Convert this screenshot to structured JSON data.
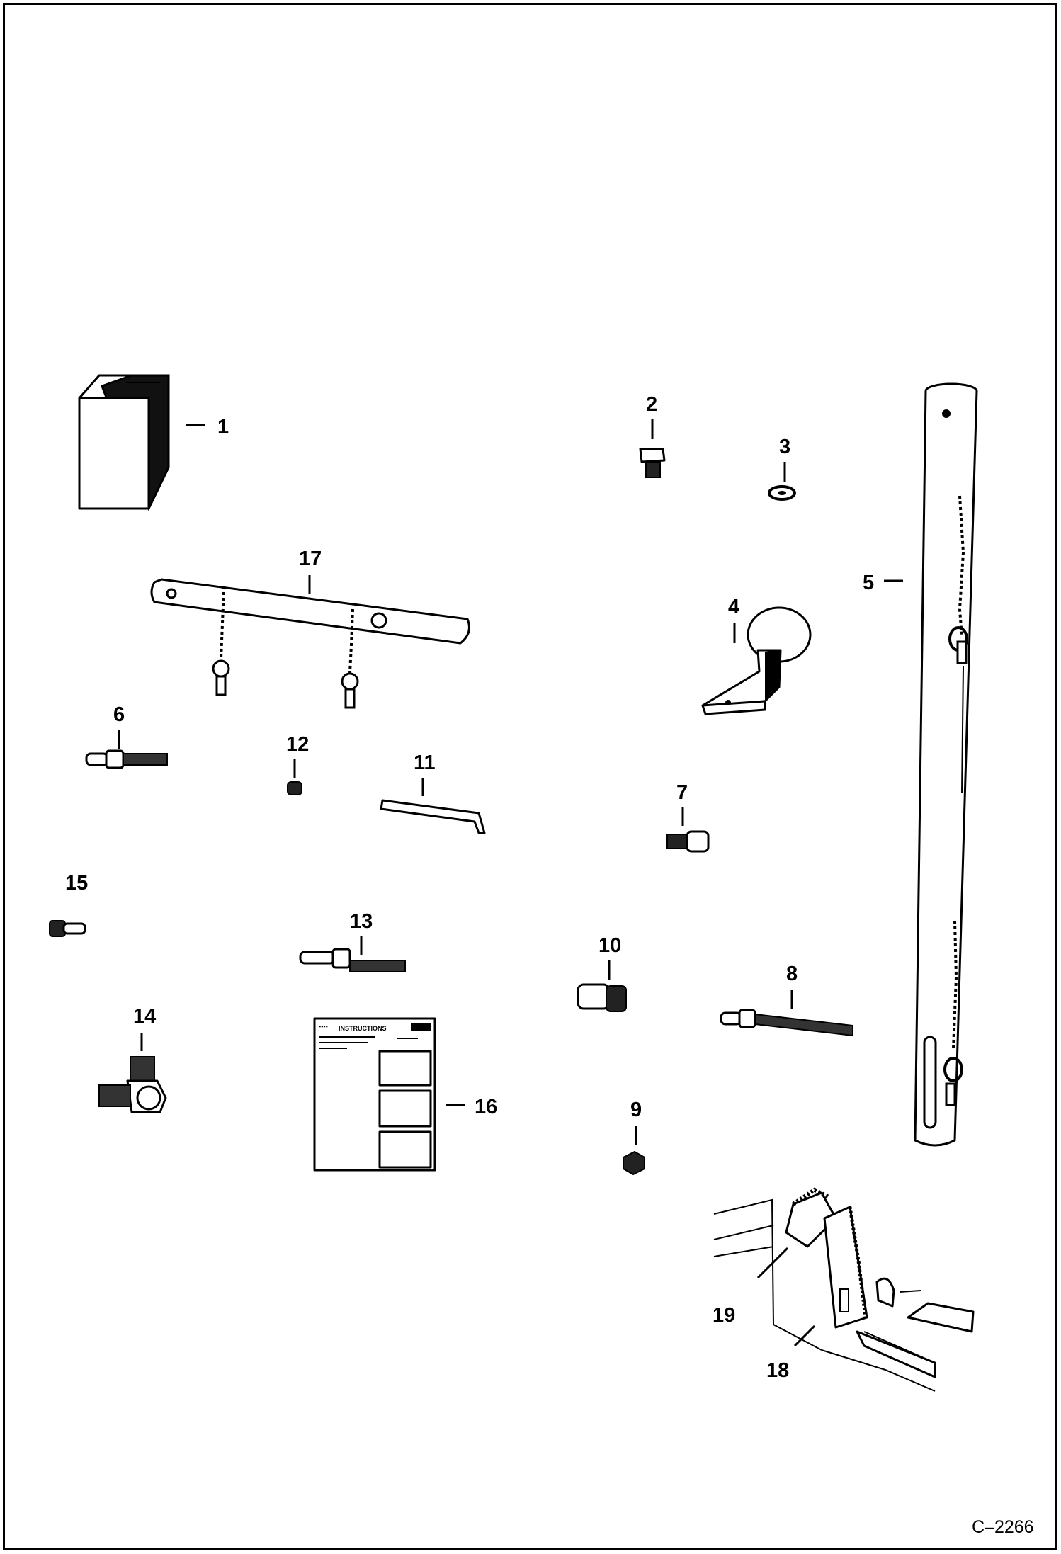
{
  "figure": {
    "reference": "C–2266",
    "callouts": [
      "1",
      "2",
      "3",
      "4",
      "5",
      "6",
      "7",
      "8",
      "9",
      "10",
      "11",
      "12",
      "13",
      "14",
      "15",
      "16",
      "17",
      "18",
      "19"
    ],
    "decal": {
      "heading": "INSTRUCTIONS"
    }
  }
}
